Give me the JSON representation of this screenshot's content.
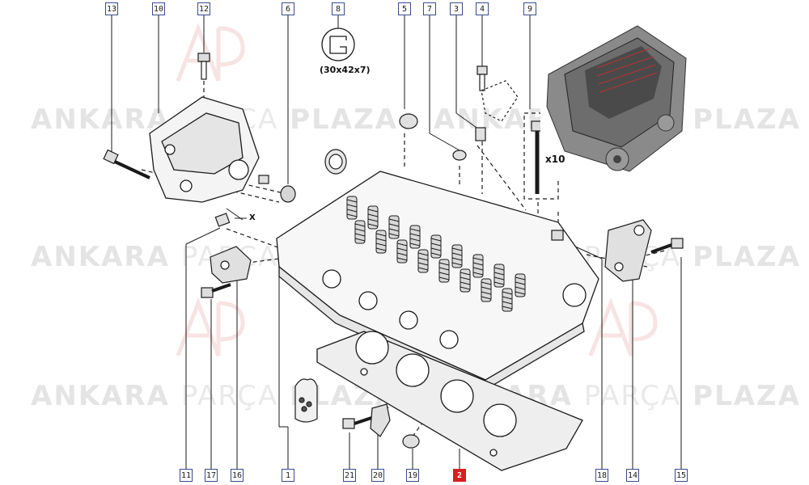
{
  "diagram": {
    "watermark": {
      "word1": "ANKARA",
      "word2": "PARÇA",
      "word3": "PLAZA"
    },
    "callouts": {
      "c13": "13",
      "c10": "10",
      "c12": "12",
      "c6": "6",
      "c8": "8",
      "c5": "5",
      "c7": "7",
      "c3": "3",
      "c4": "4",
      "c9": "9",
      "c11": "11",
      "c17": "17",
      "c16": "16",
      "c1": "1",
      "c21": "21",
      "c20": "20",
      "c19": "19",
      "c2": "2",
      "c18": "18",
      "c14": "14",
      "c15": "15"
    },
    "seal_size_label": "(30x42x7)",
    "bolt_quantity_label": "x10",
    "axis_marker_label": "X",
    "highlight_color": "#d62020",
    "line_color": "#1a1a1a",
    "highlighted_part": "2"
  }
}
